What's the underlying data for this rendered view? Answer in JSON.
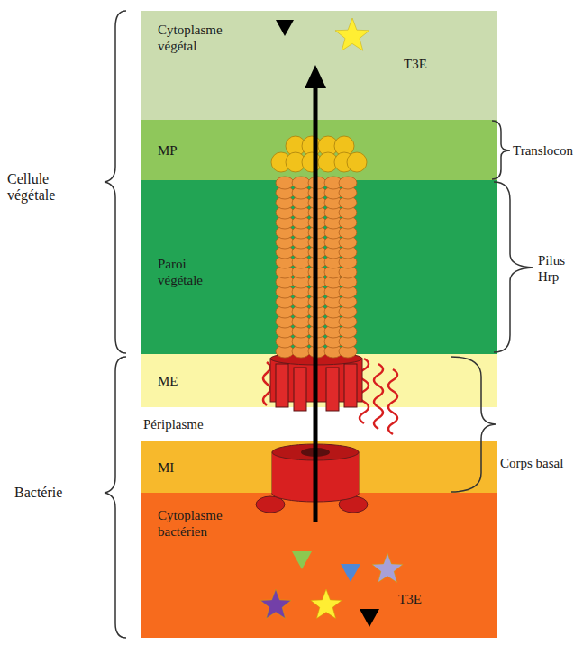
{
  "diagram": {
    "nodes": [
      {
        "text": [
          "Cytoplasme végétal"
        ]
      },
      {
        "text": [
          "MP"
        ]
      },
      {
        "text": [
          "Paroi végétale"
        ]
      },
      {
        "text": [
          "ME"
        ]
      },
      {
        "text": [
          "Périplasme"
        ]
      },
      {
        "text": [
          "MI"
        ]
      },
      {
        "text": [
          "Cytoplasme bactérien"
        ]
      }
    ],
    "labels": [
      "Cellule végétale",
      "Bactérie",
      "T3E",
      "Translocon",
      "Pilus Hrp",
      "Corps basal",
      "T3E"
    ]
  }
}
